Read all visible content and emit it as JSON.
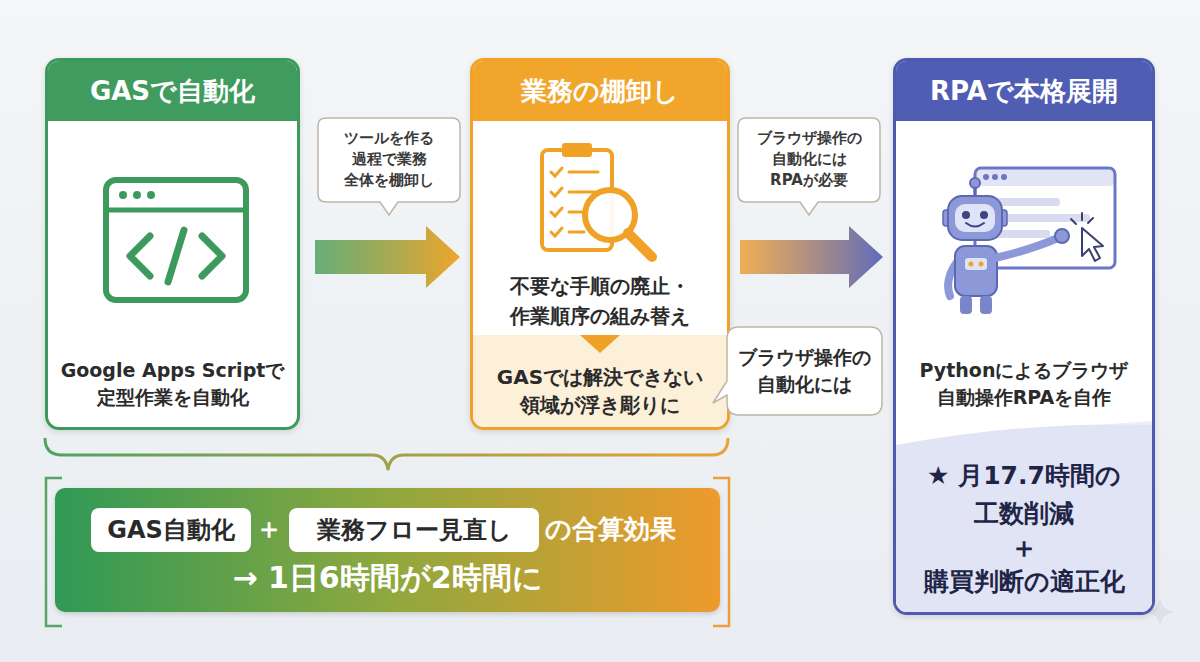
{
  "diagram": {
    "nodes": [
      {
        "text": [
          "GASで自動化",
          "Google Apps Scriptで 定型作業を自動化"
        ]
      },
      {
        "text": [
          "ツールを作る 過程で業務 全体を棚卸し"
        ]
      },
      {
        "text": [
          "業務の棚卸し",
          "不要な手順の廃止・ 作業順序の組み替え"
        ]
      },
      {
        "text": [
          "GASでは解決できない 領域が浮き彫りに"
        ],
        "in": 2
      },
      {
        "text": [
          "ブラウザ操作の 自動化には RPAが必要"
        ]
      },
      {
        "text": [
          "ブラウザ操作の 自動化には"
        ]
      },
      {
        "text": [
          "RPAで本格展開",
          "Pythonによるブラウザ 自動操作RPAを自作"
        ]
      },
      {
        "text": [
          "★ 月17.7時間の 工数削減",
          "＋",
          "購買判断の適正化"
        ],
        "in": 6
      },
      {
        "text": [
          "＋",
          "の合算効果",
          "→ 1日6時間が2時間に"
        ]
      },
      {
        "text": [
          "GAS自動化"
        ],
        "in": 8
      },
      {
        "text": [
          "業務フロー見直し"
        ],
        "in": 8
      }
    ],
    "edges": [
      {
        "from": 0,
        "to": 2,
        "arrow": "to"
      },
      {
        "from": 2,
        "to": 6,
        "arrow": "to"
      }
    ]
  }
}
